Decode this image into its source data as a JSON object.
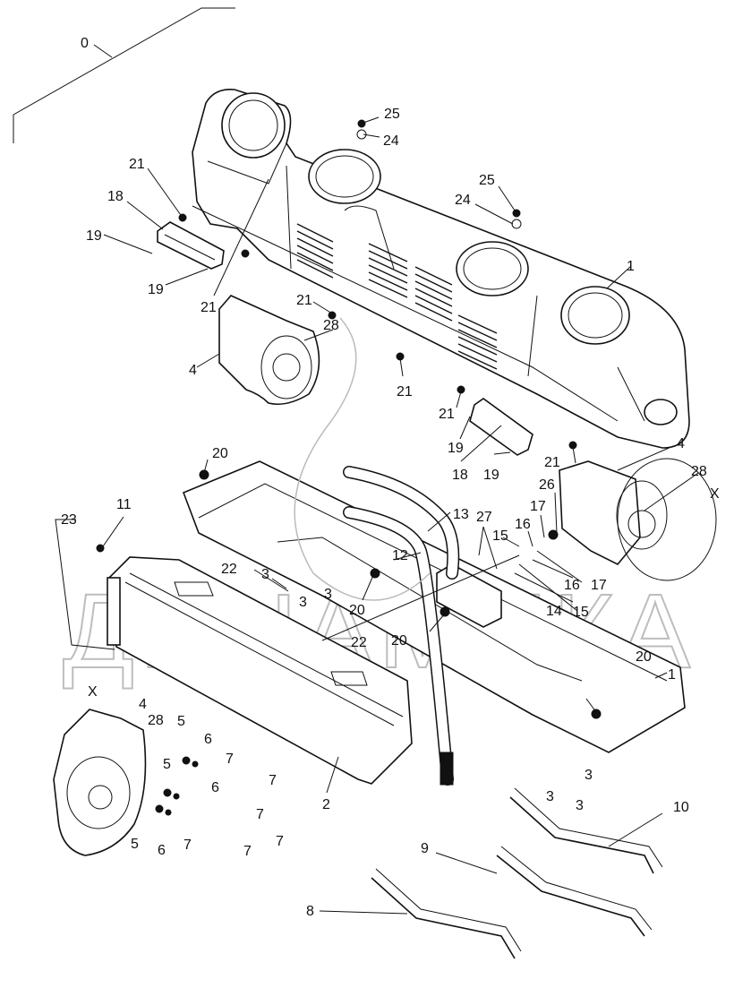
{
  "diagram": {
    "title": "Heater / air-distribution unit assembly (exploded view)",
    "watermark": "ДИНАМИКА 76",
    "detail_marker": "X",
    "callouts": [
      {
        "id": "c0",
        "label": "0"
      },
      {
        "id": "c1a",
        "label": "1"
      },
      {
        "id": "c1b",
        "label": "1"
      },
      {
        "id": "c2",
        "label": "2"
      },
      {
        "id": "c3a",
        "label": "3"
      },
      {
        "id": "c3b",
        "label": "3"
      },
      {
        "id": "c3c",
        "label": "3"
      },
      {
        "id": "c3d",
        "label": "3"
      },
      {
        "id": "c3e",
        "label": "3"
      },
      {
        "id": "c3f",
        "label": "3"
      },
      {
        "id": "c4a",
        "label": "4"
      },
      {
        "id": "c4b",
        "label": "4"
      },
      {
        "id": "c4c",
        "label": "4"
      },
      {
        "id": "c5a",
        "label": "5"
      },
      {
        "id": "c5b",
        "label": "5"
      },
      {
        "id": "c5c",
        "label": "5"
      },
      {
        "id": "c6a",
        "label": "6"
      },
      {
        "id": "c6b",
        "label": "6"
      },
      {
        "id": "c6c",
        "label": "6"
      },
      {
        "id": "c7a",
        "label": "7"
      },
      {
        "id": "c7b",
        "label": "7"
      },
      {
        "id": "c7c",
        "label": "7"
      },
      {
        "id": "c7d",
        "label": "7"
      },
      {
        "id": "c7e",
        "label": "7"
      },
      {
        "id": "c7f",
        "label": "7"
      },
      {
        "id": "c8",
        "label": "8"
      },
      {
        "id": "c9",
        "label": "9"
      },
      {
        "id": "c10",
        "label": "10"
      },
      {
        "id": "c11",
        "label": "11"
      },
      {
        "id": "c12",
        "label": "12"
      },
      {
        "id": "c13",
        "label": "13"
      },
      {
        "id": "c14",
        "label": "14"
      },
      {
        "id": "c15a",
        "label": "15"
      },
      {
        "id": "c15b",
        "label": "15"
      },
      {
        "id": "c16a",
        "label": "16"
      },
      {
        "id": "c16b",
        "label": "16"
      },
      {
        "id": "c17a",
        "label": "17"
      },
      {
        "id": "c17b",
        "label": "17"
      },
      {
        "id": "c18a",
        "label": "18"
      },
      {
        "id": "c18b",
        "label": "18"
      },
      {
        "id": "c19a",
        "label": "19"
      },
      {
        "id": "c19b",
        "label": "19"
      },
      {
        "id": "c19c",
        "label": "19"
      },
      {
        "id": "c19d",
        "label": "19"
      },
      {
        "id": "c20a",
        "label": "20"
      },
      {
        "id": "c20b",
        "label": "20"
      },
      {
        "id": "c20c",
        "label": "20"
      },
      {
        "id": "c20d",
        "label": "20"
      },
      {
        "id": "c21a",
        "label": "21"
      },
      {
        "id": "c21b",
        "label": "21"
      },
      {
        "id": "c21c",
        "label": "21"
      },
      {
        "id": "c21d",
        "label": "21"
      },
      {
        "id": "c21e",
        "label": "21"
      },
      {
        "id": "c21f",
        "label": "21"
      },
      {
        "id": "c22a",
        "label": "22"
      },
      {
        "id": "c22b",
        "label": "22"
      },
      {
        "id": "c23",
        "label": "23"
      },
      {
        "id": "c24a",
        "label": "24"
      },
      {
        "id": "c24b",
        "label": "24"
      },
      {
        "id": "c25a",
        "label": "25"
      },
      {
        "id": "c25b",
        "label": "25"
      },
      {
        "id": "c26",
        "label": "26"
      },
      {
        "id": "c27",
        "label": "27"
      },
      {
        "id": "c28a",
        "label": "28"
      },
      {
        "id": "c28b",
        "label": "28"
      },
      {
        "id": "c28c",
        "label": "28"
      }
    ]
  }
}
